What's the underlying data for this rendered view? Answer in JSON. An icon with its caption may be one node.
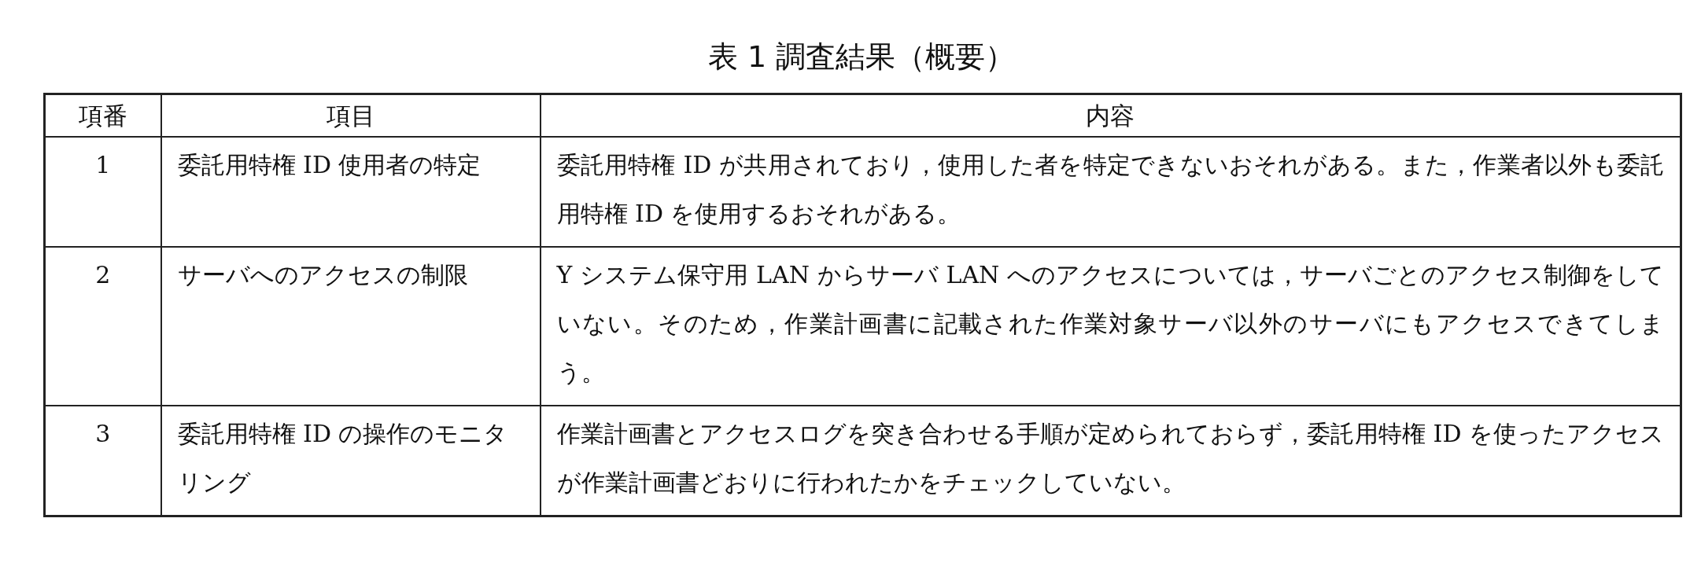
{
  "diagram": {
    "title": "表 1 調査結果（概要）",
    "labels": [
      "項番",
      "項目",
      "内容",
      "1",
      "委託用特権 ID 使用者の特定",
      "委託用特権 ID が共用されており，使用した者を特定できないおそれがある。また，作業者以外も委託用特権 ID を使用するおそれがある。",
      "2",
      "サーバへのアクセスの制限",
      "Y システム保守用 LAN からサーバ LAN へのアクセスについては，サーバごとのアクセス制御をしていない。そのため，作業計画書に記載された作業対象サーバ以外のサーバにもアクセスできてしまう。",
      "3",
      "委託用特権 ID の操作のモニタリング",
      "作業計画書とアクセスログを突き合わせる手順が定められておらず，委託用特権 ID を使ったアクセスが作業計画書どおりに行われたかをチェックしていない。"
    ]
  }
}
